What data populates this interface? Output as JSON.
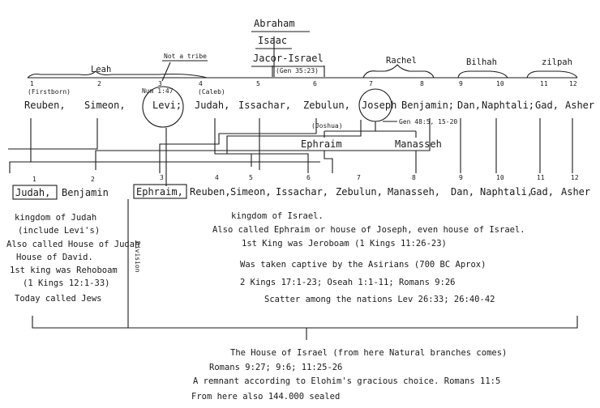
{
  "ancestors": [
    "Abraham",
    "Isaac",
    "Jacor-Israel"
  ],
  "gen_ref": "(Gen 35:23)",
  "not_a_tribe": "Not a tribe",
  "mothers": {
    "leah": "Leah",
    "rachel": "Rachel",
    "bilhah": "Bilhah",
    "zilpah": "zilpah"
  },
  "top_tribes": [
    {
      "num": "1",
      "name": "Reuben",
      "sep": ","
    },
    {
      "num": "2",
      "name": "Simeon",
      "sep": ","
    },
    {
      "num": "3",
      "name": "Levi",
      "sep": ";"
    },
    {
      "num": "4",
      "name": "Judah",
      "sep": ","
    },
    {
      "num": "5",
      "name": "Issachar",
      "sep": ","
    },
    {
      "num": "6",
      "name": "Zebulun",
      "sep": ","
    },
    {
      "num": "7",
      "name": "Joseph",
      "sep": ""
    },
    {
      "num": "8",
      "name": "Benjamin",
      "sep": ";"
    },
    {
      "num": "9",
      "name": "Dan",
      "sep": ","
    },
    {
      "num": "10",
      "name": "Naphtali",
      "sep": ";"
    },
    {
      "num": "11",
      "name": "Gad",
      "sep": ","
    },
    {
      "num": "12",
      "name": "Asher",
      "sep": ""
    }
  ],
  "notes": {
    "firstborn": "(Firstborn)",
    "num_ref": "Num 1:47",
    "caleb": "(Caleb)",
    "joshua": "(Joshua)",
    "gen_48": "Gen 48:5, 15-20"
  },
  "sons_of_joseph": [
    "Ephraim",
    "Manasseh"
  ],
  "judah_tribes": [
    {
      "num": "1",
      "name": "Judah",
      "sep": ","
    },
    {
      "num": "2",
      "name": "Benjamin",
      "sep": ""
    }
  ],
  "israel_tribes": [
    {
      "num": "3",
      "name": "Ephraim",
      "sep": ","
    },
    {
      "num": "4",
      "name": "Reuben",
      "sep": ","
    },
    {
      "num": "5",
      "name": "Simeon",
      "sep": ","
    },
    {
      "num": "6",
      "name": "Issachar",
      "sep": ","
    },
    {
      "num": "7",
      "name": "Zebulun",
      "sep": ","
    },
    {
      "num": "8",
      "name": "Manasseh",
      "sep": ","
    },
    {
      "num": "9",
      "name": "Dan",
      "sep": ","
    },
    {
      "num": "10",
      "name": "Naphtali",
      "sep": ","
    },
    {
      "num": "11",
      "name": "Gad",
      "sep": ","
    },
    {
      "num": "12",
      "name": "Asher",
      "sep": ""
    }
  ],
  "judah_text": [
    "kingdom of Judah",
    "(include Levi's)",
    "Also called House of Judah",
    "House of David.",
    "1st king was Rehoboam",
    "(1 Kings 12:1-33)",
    "Today called Jews"
  ],
  "division": "Division",
  "israel_text": [
    "kingdom of Israel.",
    "Also called Ephraim or house of Joseph, even house of Israel.",
    "1st King was Jeroboam (1 Kings 11:26-23)",
    "Was taken captive by the Asirians (700 BC Aprox)",
    "2 Kings 17:1-23; Oseah 1:1-11; Romans 9:26",
    "Scatter among the nations Lev 26:33; 26:40-42"
  ],
  "bottom_text": [
    "The House of Israel (from here Natural branches comes)",
    "Romans 9:27; 9:6; 11:25-26",
    "A remnant according to Elohim's gracious choice. Romans 11:5",
    "From here also 144.000 sealed"
  ]
}
